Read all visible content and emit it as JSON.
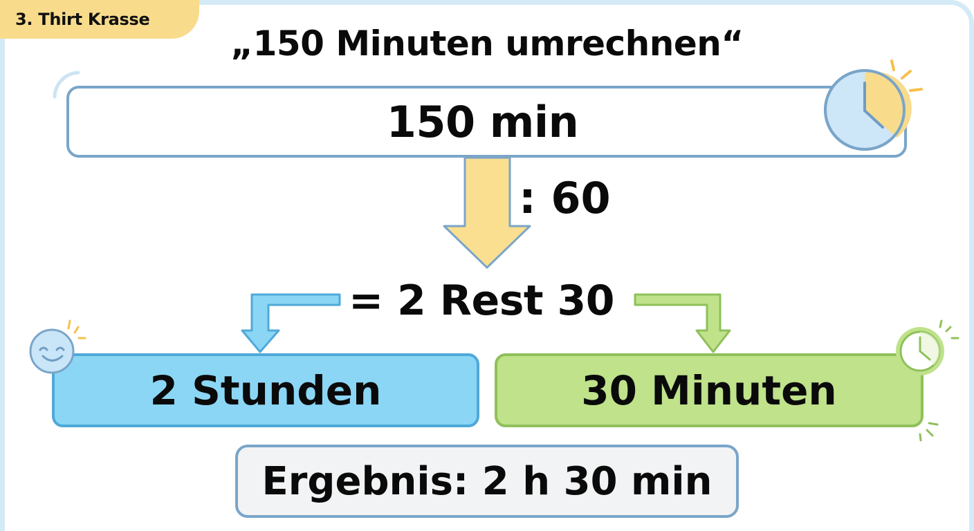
{
  "header": {
    "grade_label": "3. Thirt Krasse",
    "title": "„150 Minuten umrechnen“"
  },
  "steps": {
    "start_value": "150 min",
    "operation": ": 60",
    "division_result": "= 2 Rest 30",
    "hours_result": "2 Stunden",
    "minutes_result": "30 Minuten",
    "final_result": "Ergebnis: 2 h 30 min"
  },
  "icons": {
    "start_box_icon": "clock-icon",
    "hours_box_icon": "smiley-icon",
    "minutes_box_icon": "clock-icon"
  },
  "colors": {
    "accent_yellow": "#f8dc8c",
    "frame_blue": "#d4eaf7",
    "outline_blue": "#7aa5c9",
    "hours_fill": "#8bd6f5",
    "minutes_fill": "#bfe28a",
    "result_fill": "#f2f3f4"
  }
}
